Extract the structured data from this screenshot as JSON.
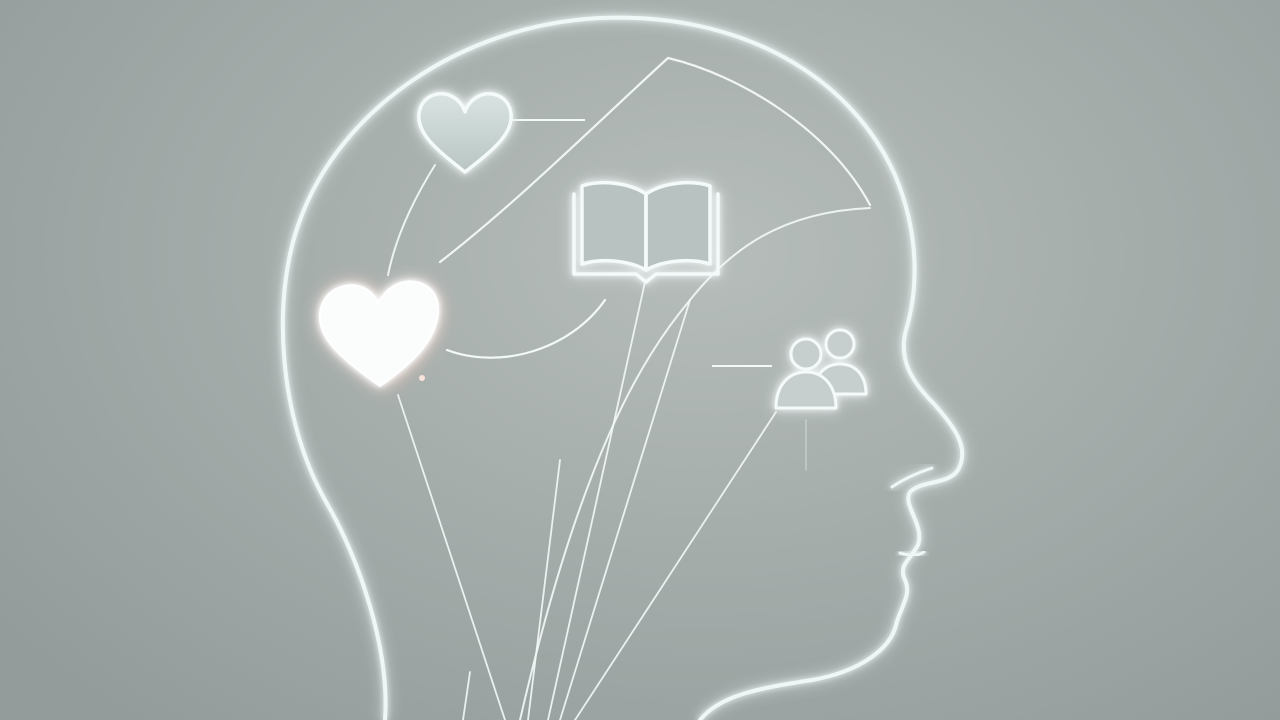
{
  "scene": {
    "description_label": "",
    "colors": {
      "background_center": "#b6bdbb",
      "background_edge": "#939c9b",
      "outline": "#eef7f6",
      "outline_glow": "#d8f0ee",
      "heart_solid": "#ffffff",
      "heart_warm_glow": "#f2b7a4"
    },
    "icons": [
      {
        "name": "outline-heart-icon",
        "state": "outline"
      },
      {
        "name": "book-icon",
        "state": "outline"
      },
      {
        "name": "solid-heart-icon",
        "state": "highlighted"
      },
      {
        "name": "people-icon",
        "state": "outline"
      }
    ]
  }
}
